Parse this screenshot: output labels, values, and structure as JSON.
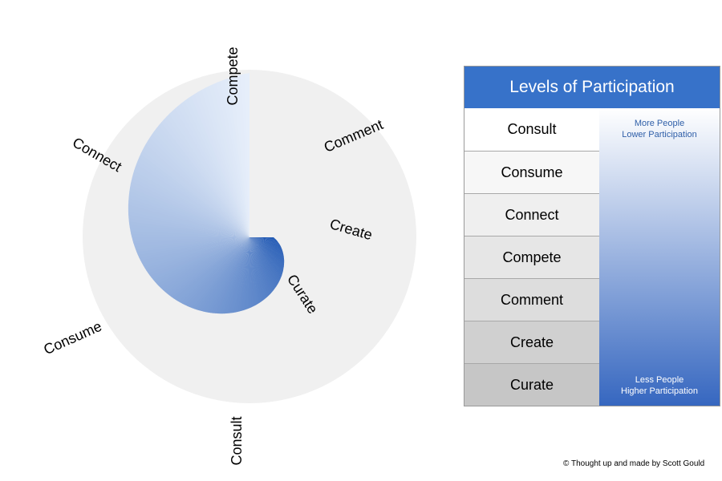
{
  "diagram": {
    "labels": {
      "compete": "Compete",
      "comment": "Comment",
      "connect": "Connect",
      "create": "Create",
      "curate": "Curate",
      "consume": "Consume",
      "consult": "Consult"
    },
    "colors": {
      "background_circle": "#f0f0f0",
      "spiral_dark": "#2159b4",
      "spiral_light": "#e6eefa"
    }
  },
  "table": {
    "title": "Levels of Participation",
    "levels": [
      "Consult",
      "Consume",
      "Connect",
      "Compete",
      "Comment",
      "Create",
      "Curate"
    ],
    "note_top_line1": "More People",
    "note_top_line2": "Lower Participation",
    "note_bottom_line1": "Less People",
    "note_bottom_line2": "Higher Participation",
    "colors": {
      "header": "#3772c9",
      "row_shades": [
        "#ffffff",
        "#f7f7f7",
        "#efefef",
        "#e6e6e6",
        "#dddddd",
        "#d0d0d0",
        "#c6c6c6"
      ],
      "gradient_top": "#ffffff",
      "gradient_bottom": "#3667c0"
    }
  },
  "credit": "© Thought up and made by Scott Gould"
}
